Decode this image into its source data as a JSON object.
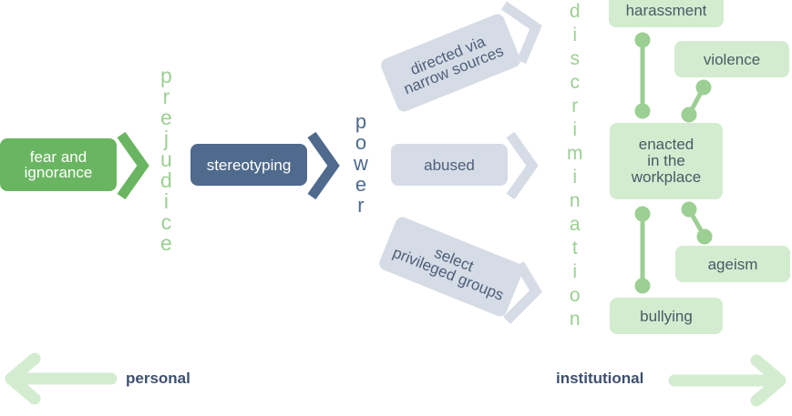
{
  "colors": {
    "green_dark": "#6ab562",
    "green_light": "#d3ecd0",
    "green_text": "#9ccf93",
    "blue_dark": "#4f6a8c",
    "blue_light": "#d6dce6",
    "blue_text": "#4d6a8c"
  },
  "boxes": {
    "fear": [
      "fear and",
      "ignorance"
    ],
    "stereotyping": "stereotyping",
    "directed": [
      "directed via",
      "narrow sources"
    ],
    "abused": "abused",
    "select": [
      "select",
      "privileged groups"
    ],
    "harassment": "harassment",
    "violence": "violence",
    "enacted": [
      "enacted",
      "in the",
      "workplace"
    ],
    "ageism": "ageism",
    "bullying": "bullying"
  },
  "vertical_words": {
    "prejudice": "prejudice",
    "power": "power",
    "discrimination": "discrimination"
  },
  "axis": {
    "personal": "personal",
    "institutional": "institutional"
  }
}
